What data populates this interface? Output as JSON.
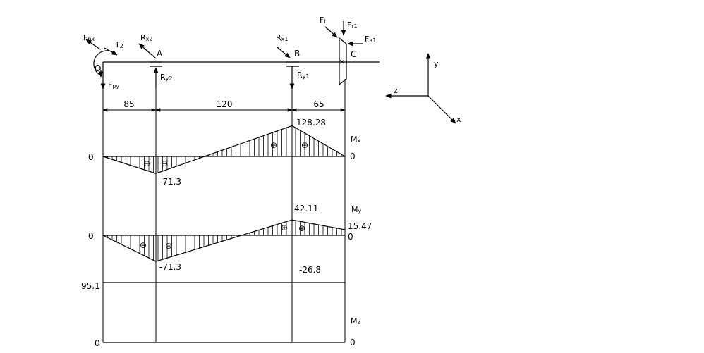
{
  "points": {
    "origin": "O",
    "a": "A",
    "b": "B",
    "c": "C"
  },
  "forces": {
    "fpx": {
      "main": "F",
      "sub": "px"
    },
    "fpy": {
      "main": "F",
      "sub": "py"
    },
    "t2": {
      "main": "T",
      "sub": "2"
    },
    "rx2": {
      "main": "R",
      "sub": "x2"
    },
    "ry2": {
      "main": "R",
      "sub": "y2"
    },
    "rx1": {
      "main": "R",
      "sub": "x1"
    },
    "ry1": {
      "main": "R",
      "sub": "y1"
    },
    "ft": {
      "main": "F",
      "sub": "t"
    },
    "fr1": {
      "main": "F",
      "sub": "r1"
    },
    "fa1": {
      "main": "F",
      "sub": "a1"
    }
  },
  "axes": {
    "x": "x",
    "y": "y",
    "z": "z"
  },
  "dimensions": [
    "85",
    "120",
    "65"
  ],
  "moments": {
    "mx": {
      "label_main": "M",
      "label_sub": "x",
      "zero_left": "0",
      "zero_right": "0",
      "values": {
        "at_o": 0,
        "at_a": -71.3,
        "at_b": 128.28,
        "at_c": 0
      },
      "text_min": "-71.3",
      "text_max": "128.28"
    },
    "my": {
      "label_main": "M",
      "label_sub": "y",
      "zero_left": "0",
      "zero_right": "0",
      "values": {
        "at_o": 0,
        "at_a": -71.3,
        "at_b": 42.11,
        "at_c": 15.47
      },
      "text_min": "-71.3",
      "text_max": "42.11",
      "text_end": "15.47",
      "text_extra": "-26.8"
    },
    "mz": {
      "label_main": "M",
      "label_sub": "z",
      "level_left": "95.1",
      "zero_left": "0",
      "zero_right": "0"
    }
  },
  "signs": {
    "negative": "⊖",
    "positive": "⊕"
  }
}
